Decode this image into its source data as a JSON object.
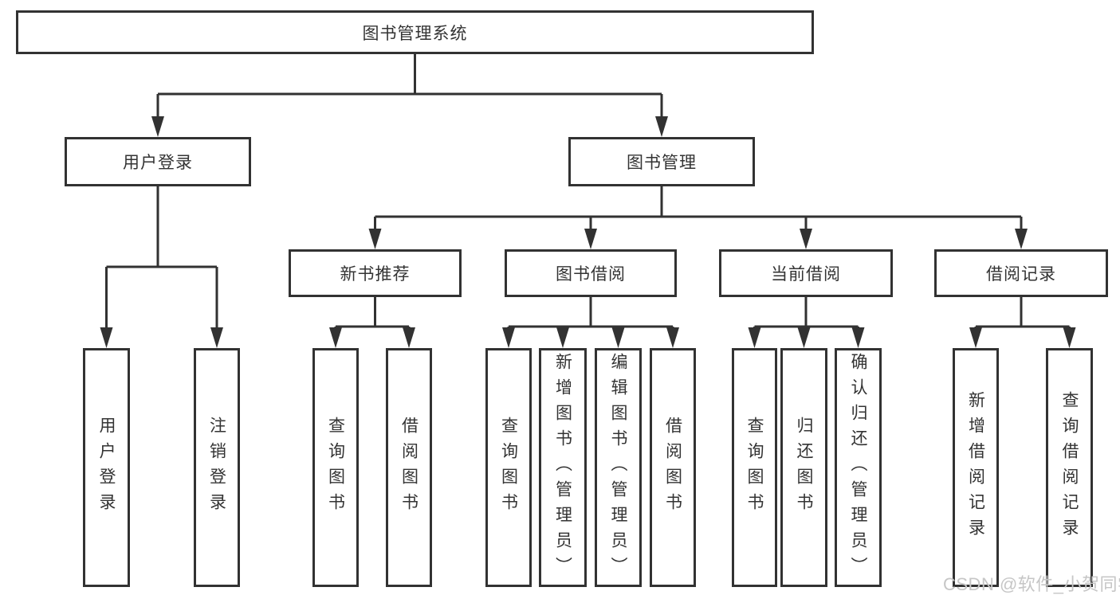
{
  "diagram": {
    "root": {
      "label": "图书管理系统",
      "children": [
        {
          "label": "用户登录",
          "children": [
            {
              "label": "用户登录"
            },
            {
              "label": "注销登录"
            }
          ]
        },
        {
          "label": "图书管理",
          "children": [
            {
              "label": "新书推荐",
              "children": [
                {
                  "label": "查询图书"
                },
                {
                  "label": "借阅图书"
                }
              ]
            },
            {
              "label": "图书借阅",
              "children": [
                {
                  "label": "查询图书"
                },
                {
                  "label": "新增图书（管理员）"
                },
                {
                  "label": "编辑图书（管理员）"
                },
                {
                  "label": "借阅图书"
                }
              ]
            },
            {
              "label": "当前借阅",
              "children": [
                {
                  "label": "查询图书"
                },
                {
                  "label": "归还图书"
                },
                {
                  "label": "确认归还（管理员）"
                }
              ]
            },
            {
              "label": "借阅记录",
              "children": [
                {
                  "label": "新增借阅记录"
                },
                {
                  "label": "查询借阅记录"
                }
              ]
            }
          ]
        }
      ]
    }
  },
  "watermark": {
    "text": "CSDN @软件_小贺同学"
  },
  "colors": {
    "line": "#323232",
    "text": "#333333",
    "watermark": "#c6c6c6",
    "background": "#ffffff"
  }
}
